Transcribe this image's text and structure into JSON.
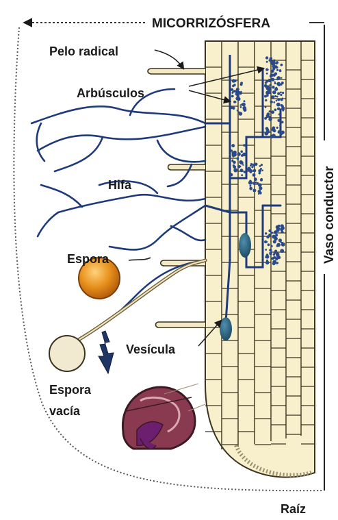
{
  "labels": {
    "micorrizosfera": "MICORRIZÓSFERA",
    "pelo_radical": "Pelo radical",
    "arbusculos": "Arbúsculos",
    "hifa": "Hifa",
    "espora": "Espora",
    "vesicula": "Vesícula",
    "espora_vacia_line1": "Espora",
    "espora_vacia_line2": "vacía",
    "vaso_conductor": "Vaso conductor",
    "raiz": "Raíz"
  },
  "colors": {
    "hypha": "#1e3a78",
    "root_cell_fill": "#f8f0cc",
    "root_cell_stroke": "#3a3320",
    "spore": "#e08a1a",
    "empty_spore": "#f2ead0",
    "vesicle": "#2a5f7a",
    "arbuscule": "#2b4a8a",
    "germinating_spore": "#8a3a50"
  }
}
